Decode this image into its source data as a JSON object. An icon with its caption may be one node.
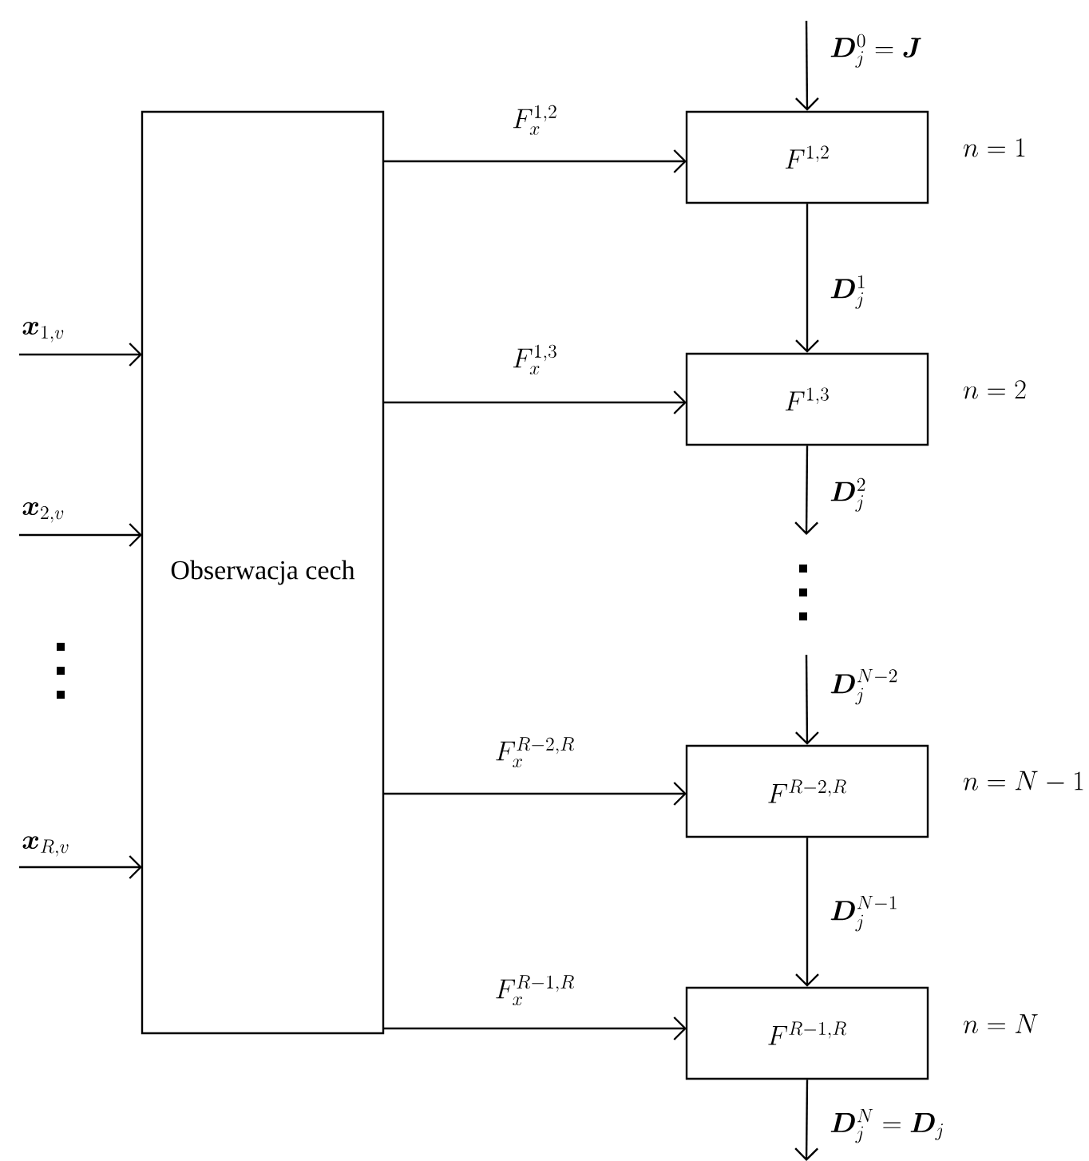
{
  "diagram": {
    "nodes": [
      {
        "text": [
          "Obserwacja cech"
        ]
      },
      {
        "text": [
          "F^{1,2}"
        ],
        "beside": [
          "n=1"
        ]
      },
      {
        "text": [
          "F^{1,3}"
        ],
        "beside": [
          "n=2"
        ]
      },
      {
        "text": [
          "F^{R-2,R}"
        ],
        "beside": [
          "n=N-1"
        ]
      },
      {
        "text": [
          "F^{R-1,R}"
        ],
        "beside": [
          "n=N"
        ]
      }
    ],
    "edges": [
      {
        "from": null,
        "to": 0,
        "arrow": "to",
        "label": "\\boldsymbol{x}_{1,v}"
      },
      {
        "from": null,
        "to": 0,
        "arrow": "to",
        "label": "\\boldsymbol{x}_{2,v}"
      },
      {
        "from": null,
        "to": 0,
        "arrow": "to",
        "label": "\\boldsymbol{x}_{R,v}"
      },
      {
        "from": 0,
        "to": 1,
        "arrow": "to",
        "label": "F_x^{1,2}"
      },
      {
        "from": 0,
        "to": 2,
        "arrow": "to",
        "label": "F_x^{1,3}"
      },
      {
        "from": 0,
        "to": 3,
        "arrow": "to",
        "label": "F_x^{R-2,R}"
      },
      {
        "from": 0,
        "to": 4,
        "arrow": "to",
        "label": "F_x^{R-1,R}"
      },
      {
        "from": null,
        "to": 1,
        "arrow": "to",
        "label": "\\boldsymbol{D}_j^0=\\boldsymbol{J}"
      },
      {
        "from": 1,
        "to": 2,
        "arrow": "to",
        "label": "\\boldsymbol{D}_j^1"
      },
      {
        "from": 2,
        "to": null,
        "arrow": "to",
        "label": "\\boldsymbol{D}_j^2"
      },
      {
        "from": null,
        "to": 3,
        "arrow": "to",
        "label": "\\boldsymbol{D}_j^{N-2}"
      },
      {
        "from": 3,
        "to": 4,
        "arrow": "to",
        "label": "\\boldsymbol{D}_j^{N-1}"
      },
      {
        "from": 4,
        "to": null,
        "arrow": "to",
        "label": "\\boldsymbol{D}_j^N=\\boldsymbol{D}_j"
      }
    ]
  }
}
